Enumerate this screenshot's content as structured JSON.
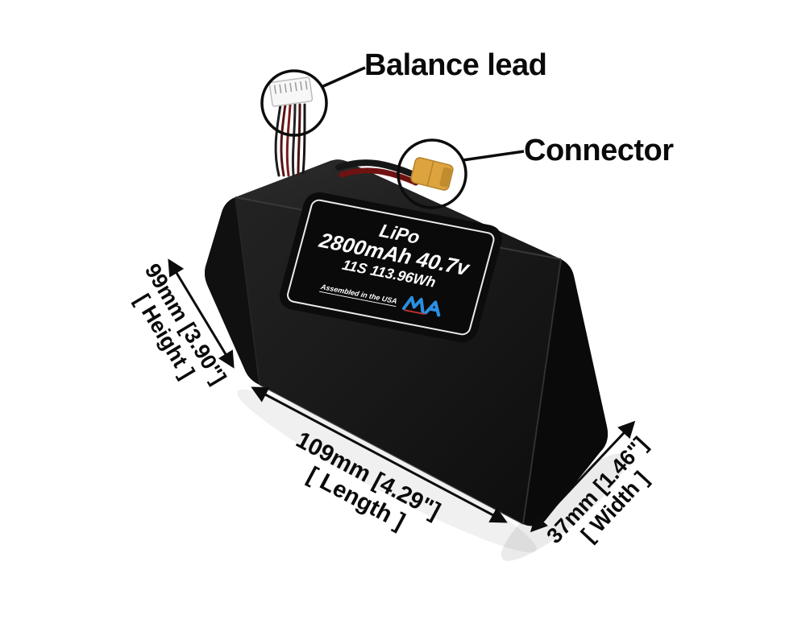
{
  "annotations": {
    "balance_lead": "Balance lead",
    "connector": "Connector"
  },
  "battery": {
    "label": {
      "chemistry": "LiPo",
      "capacity_voltage": "2800mAh 40.7v",
      "cells_energy": "11S 113.96Wh",
      "assembled": "Assembled in the USA",
      "logo": "maxamps-logo"
    }
  },
  "dimensions": {
    "length": {
      "value": "109mm [4.29\"]",
      "name": "[ Length ]"
    },
    "height": {
      "value": "99mm [3.90\"]",
      "name": "[ Height ]"
    },
    "width": {
      "value": "37mm [1.46\"]",
      "name": "[ Width ]"
    }
  },
  "colors": {
    "battery_body": "#141414",
    "xt_connector_yellow": "#dda33e",
    "logo_blue": "#2b8fe0",
    "annotation_ink": "#0c0c0c",
    "background": "#ffffff"
  }
}
